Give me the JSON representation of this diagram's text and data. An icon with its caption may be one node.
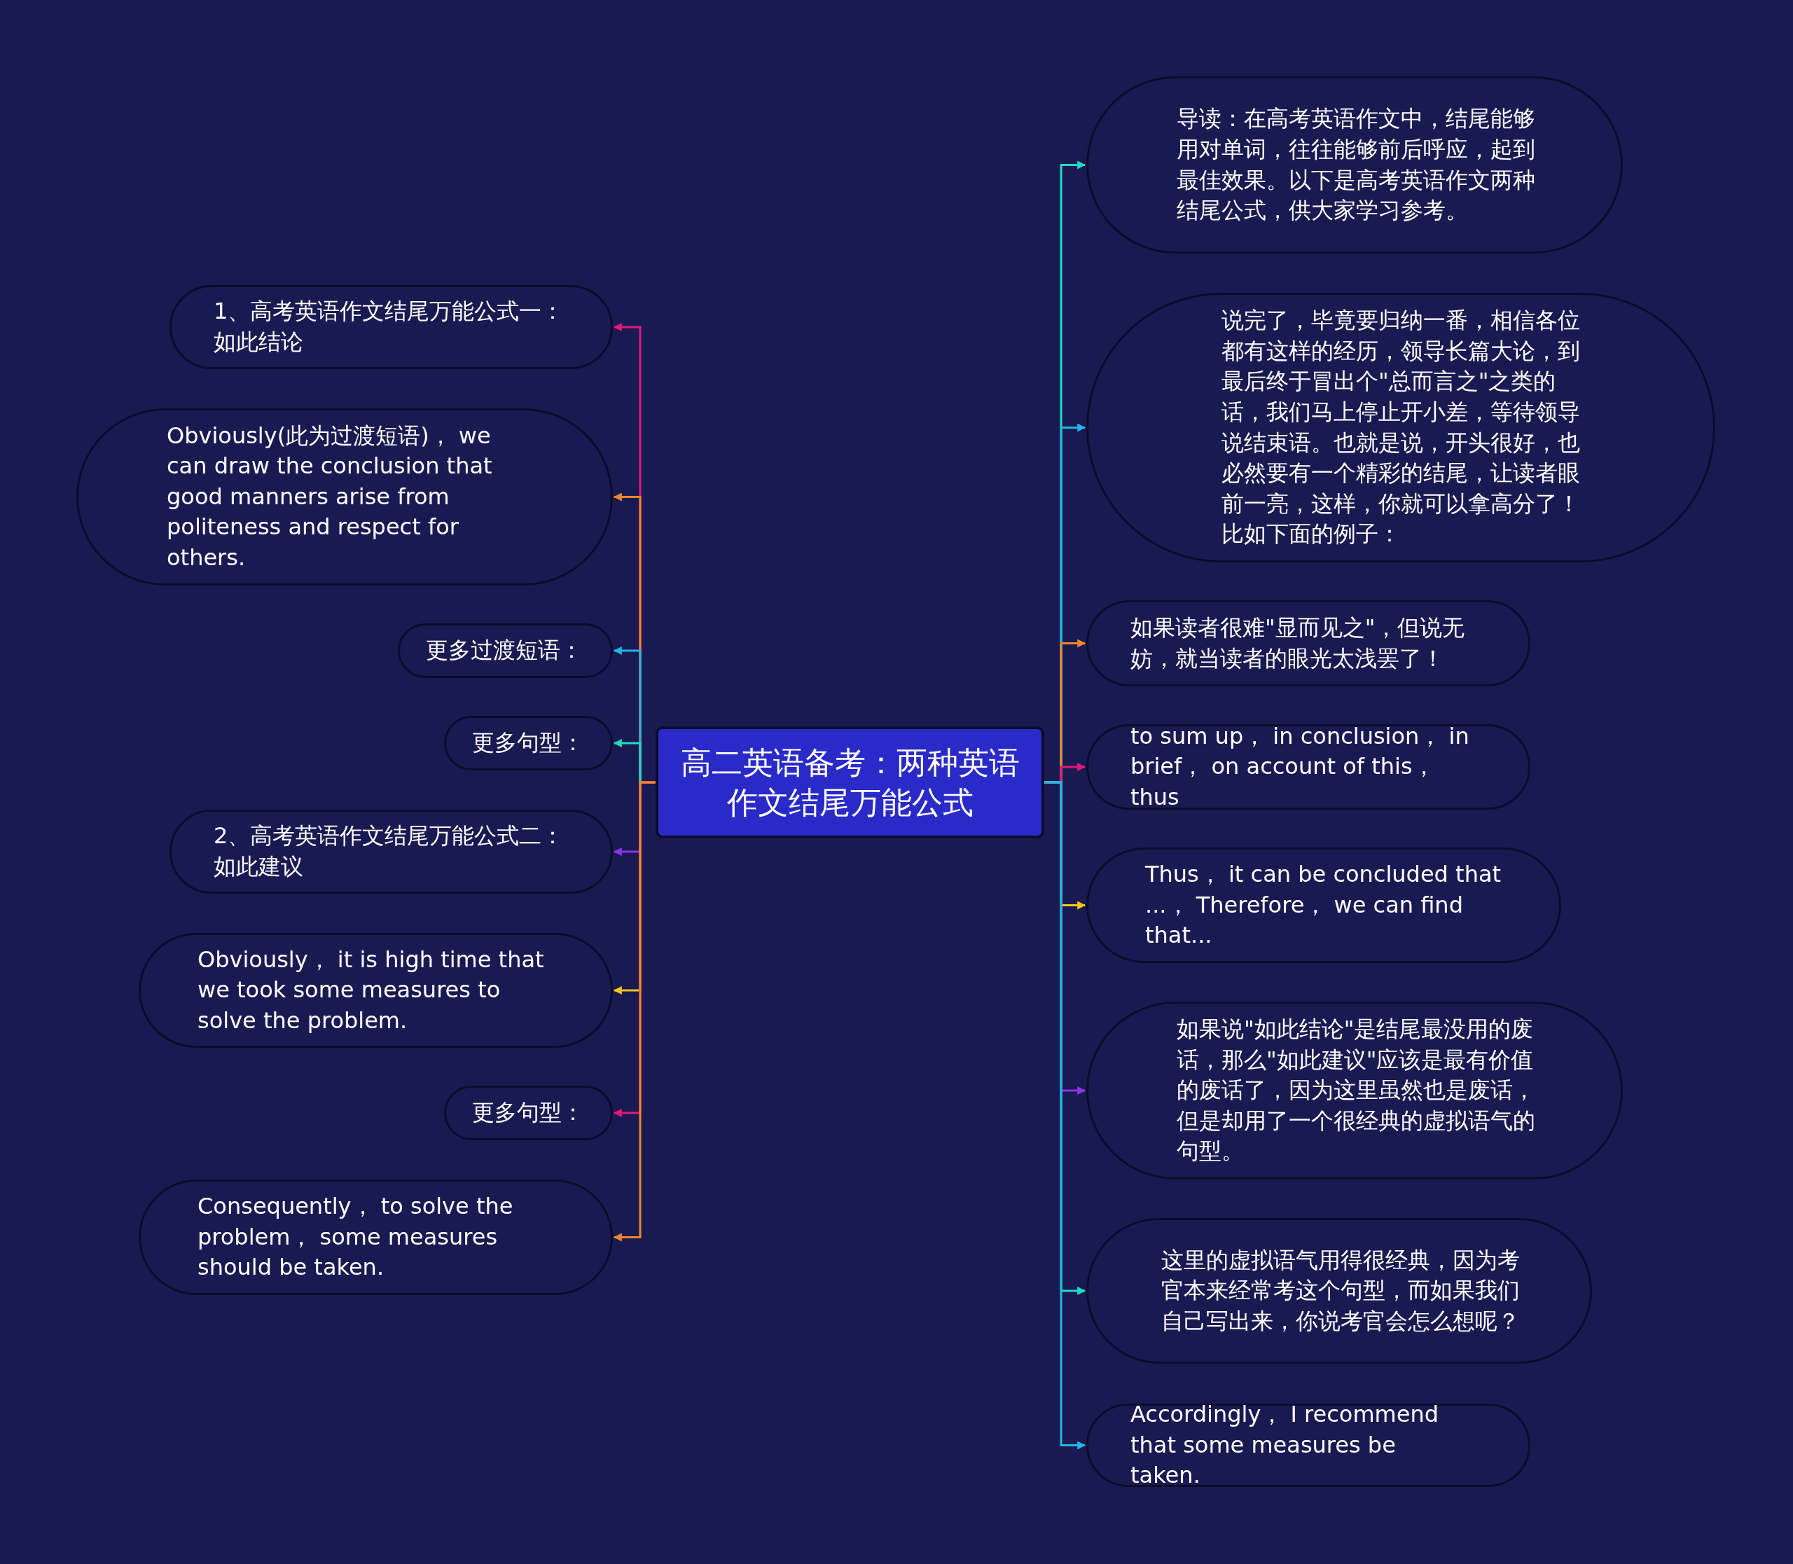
{
  "diagram": {
    "nodes": [
      {
        "text": [
          "高二英语备考：两种英语作文结尾万能公式"
        ]
      },
      {
        "text": [
          "1、高考英语作文结尾万能公式一：如此结论"
        ]
      },
      {
        "text": [
          "Obviously(此为过渡短语)， we can draw the conclusion that good manners arise from politeness and respect for others."
        ]
      },
      {
        "text": [
          "更多过渡短语："
        ]
      },
      {
        "text": [
          "更多句型："
        ]
      },
      {
        "text": [
          "2、高考英语作文结尾万能公式二：如此建议"
        ]
      },
      {
        "text": [
          "Obviously， it is high time that we took some measures to solve the problem."
        ]
      },
      {
        "text": [
          "更多句型："
        ]
      },
      {
        "text": [
          "Consequently， to solve the problem， some measures should be taken."
        ]
      },
      {
        "text": [
          "导读：在高考英语作文中，结尾能够用对单词，往往能够前后呼应，起到最佳效果。以下是高考英语作文两种结尾公式，供大家学习参考。"
        ]
      },
      {
        "text": [
          "说完了，毕竟要归纳一番，相信各位都有这样的经历，领导长篇大论，到最后终于冒出个\"总而言之\"之类的话，我们马上停止开小差，等待领导说结束语。也就是说，开头很好，也必然要有一个精彩的结尾，让读者眼前一亮，这样，你就可以拿高分了！比如下面的例子："
        ]
      },
      {
        "text": [
          "如果读者很难\"显而见之\"，但说无妨，就当读者的眼光太浅罢了！"
        ]
      },
      {
        "text": [
          "to sum up， in conclusion， in brief， on account of this， thus"
        ]
      },
      {
        "text": [
          "Thus， it can be concluded that ...， Therefore， we can find that..."
        ]
      },
      {
        "text": [
          "如果说\"如此结论\"是结尾最没用的废话，那么\"如此建议\"应该是最有价值的废话了，因为这里虽然也是废话，但是却用了一个很经典的虚拟语气的句型。"
        ]
      },
      {
        "text": [
          "这里的虚拟语气用得很经典，因为考官本来经常考这个句型，而如果我们自己写出来，你说考官会怎么想呢？"
        ]
      },
      {
        "text": [
          "Accordingly， I recommend that some measures be taken."
        ]
      }
    ],
    "edges": [
      {
        "from": 0,
        "to": 1,
        "arrow": "to",
        "color": "#e0177d"
      },
      {
        "from": 0,
        "to": 2,
        "arrow": "to",
        "color": "#f0862a"
      },
      {
        "from": 0,
        "to": 3,
        "arrow": "to",
        "color": "#21b6e3"
      },
      {
        "from": 0,
        "to": 4,
        "arrow": "to",
        "color": "#23d9c4"
      },
      {
        "from": 0,
        "to": 5,
        "arrow": "to",
        "color": "#8b32e6"
      },
      {
        "from": 0,
        "to": 6,
        "arrow": "to",
        "color": "#f5c71a"
      },
      {
        "from": 0,
        "to": 7,
        "arrow": "to",
        "color": "#e0177d"
      },
      {
        "from": 0,
        "to": 8,
        "arrow": "to",
        "color": "#f0862a"
      },
      {
        "from": 0,
        "to": 9,
        "arrow": "to",
        "color": "#23d9c4"
      },
      {
        "from": 0,
        "to": 10,
        "arrow": "to",
        "color": "#21b6e3"
      },
      {
        "from": 0,
        "to": 11,
        "arrow": "to",
        "color": "#f0862a"
      },
      {
        "from": 0,
        "to": 12,
        "arrow": "to",
        "color": "#e0177d"
      },
      {
        "from": 0,
        "to": 13,
        "arrow": "to",
        "color": "#f5c71a"
      },
      {
        "from": 0,
        "to": 14,
        "arrow": "to",
        "color": "#8b32e6"
      },
      {
        "from": 0,
        "to": 15,
        "arrow": "to",
        "color": "#23d9c4"
      },
      {
        "from": 0,
        "to": 16,
        "arrow": "to",
        "color": "#21b6e3"
      }
    ]
  }
}
